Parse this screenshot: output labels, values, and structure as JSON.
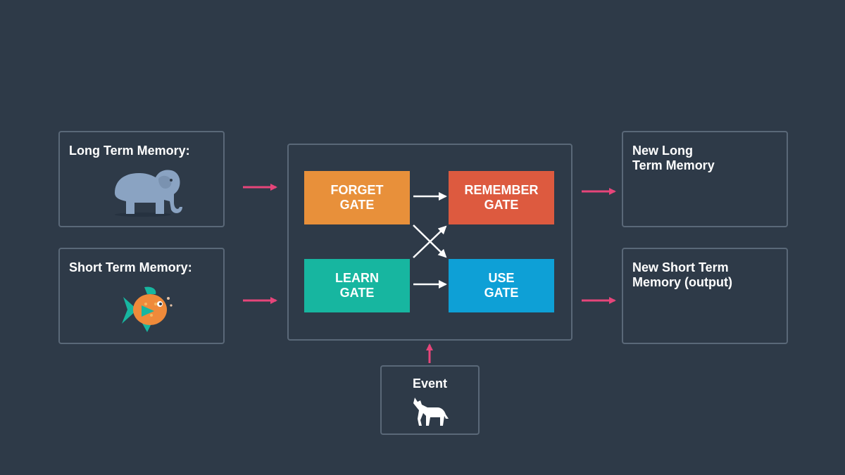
{
  "inputs": {
    "long_term": {
      "label": "Long Term Memory:"
    },
    "short_term": {
      "label": "Short Term Memory:"
    }
  },
  "gates": {
    "forget": {
      "label": "FORGET\nGATE",
      "color": "#e8903a"
    },
    "remember": {
      "label": "REMEMBER\nGATE",
      "color": "#dd5a3f"
    },
    "learn": {
      "label": "LEARN\nGATE",
      "color": "#17b6a0"
    },
    "use": {
      "label": "USE\nGATE",
      "color": "#0ea0d6"
    }
  },
  "outputs": {
    "new_long_term": {
      "label": "New Long\nTerm Memory"
    },
    "new_short_term": {
      "label": "New Short Term\nMemory (output)"
    }
  },
  "event": {
    "label": "Event"
  },
  "colors": {
    "background": "#2e3a48",
    "box_border": "#5a6878",
    "pink_arrow": "#e6457a",
    "white_arrow": "#ffffff"
  },
  "icons": {
    "long_term": "elephant-icon",
    "short_term": "fish-icon",
    "event": "wolf-icon"
  }
}
